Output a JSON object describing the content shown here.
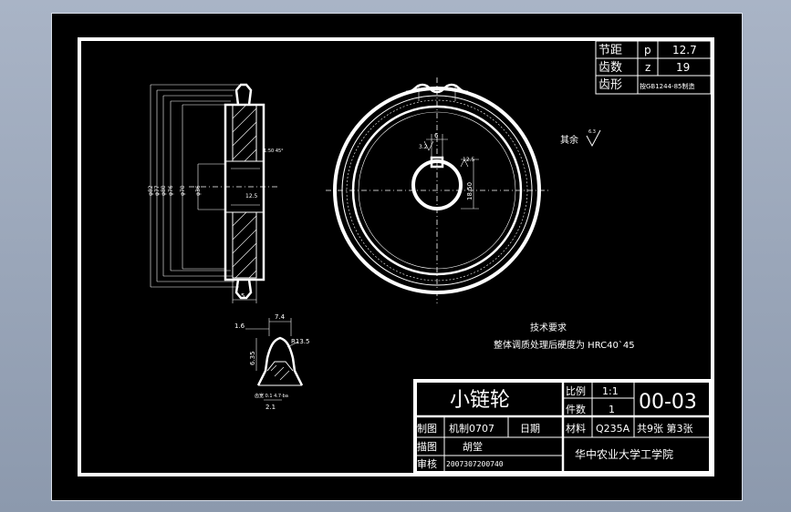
{
  "param_table": {
    "rows": [
      {
        "name": "节距",
        "symbol": "p",
        "value": "12.7"
      },
      {
        "name": "齿数",
        "symbol": "z",
        "value": "19"
      },
      {
        "name": "齿形",
        "value": "按GB1244-85制造"
      }
    ]
  },
  "side_view": {
    "diameters": [
      "φ82",
      "φ77",
      "φ80",
      "φ76",
      "φ70",
      "φ36"
    ],
    "width": "5",
    "roughness_a": "12.5",
    "roughness_b": "12.5",
    "tolerance_note": "1:50 45°"
  },
  "front_view": {
    "keyway_width": "6",
    "keyway_depth": "18.50",
    "roughness_key": "3.2",
    "roughness_bore": "12.5"
  },
  "remainder_roughness": {
    "label": "其余",
    "value": "6.3"
  },
  "tooth_profile": {
    "dim_top": "7.4",
    "dim_left": "1.6",
    "dim_height": "6.35",
    "radius": "R13.5",
    "bottom_note": "齿宽 0.1 4.7·ba",
    "dim_bottom": "2.1"
  },
  "technical_requirements": {
    "title": "技术要求",
    "text": "整体调质处理后硬度为 HRC40`45"
  },
  "title_block": {
    "part_name": "小链轮",
    "scale_label": "比例",
    "scale_value": "1:1",
    "quantity_label": "件数",
    "quantity_value": "1",
    "drawing_no": "00-03",
    "drawn_label": "制图",
    "drawn_by": "机制0707",
    "date_label": "日期",
    "traced_label": "描图",
    "traced_by": "胡堂",
    "checked_label": "审核",
    "checked_by": "2007307200740",
    "material_label": "材料",
    "material_value": "Q235A",
    "sheets": "共9张 第3张",
    "school": "华中农业大学工学院"
  },
  "colors": {
    "desktop_bg": "#9aa6b9",
    "sheet_bg": "#000000",
    "line": "#ffffff"
  }
}
